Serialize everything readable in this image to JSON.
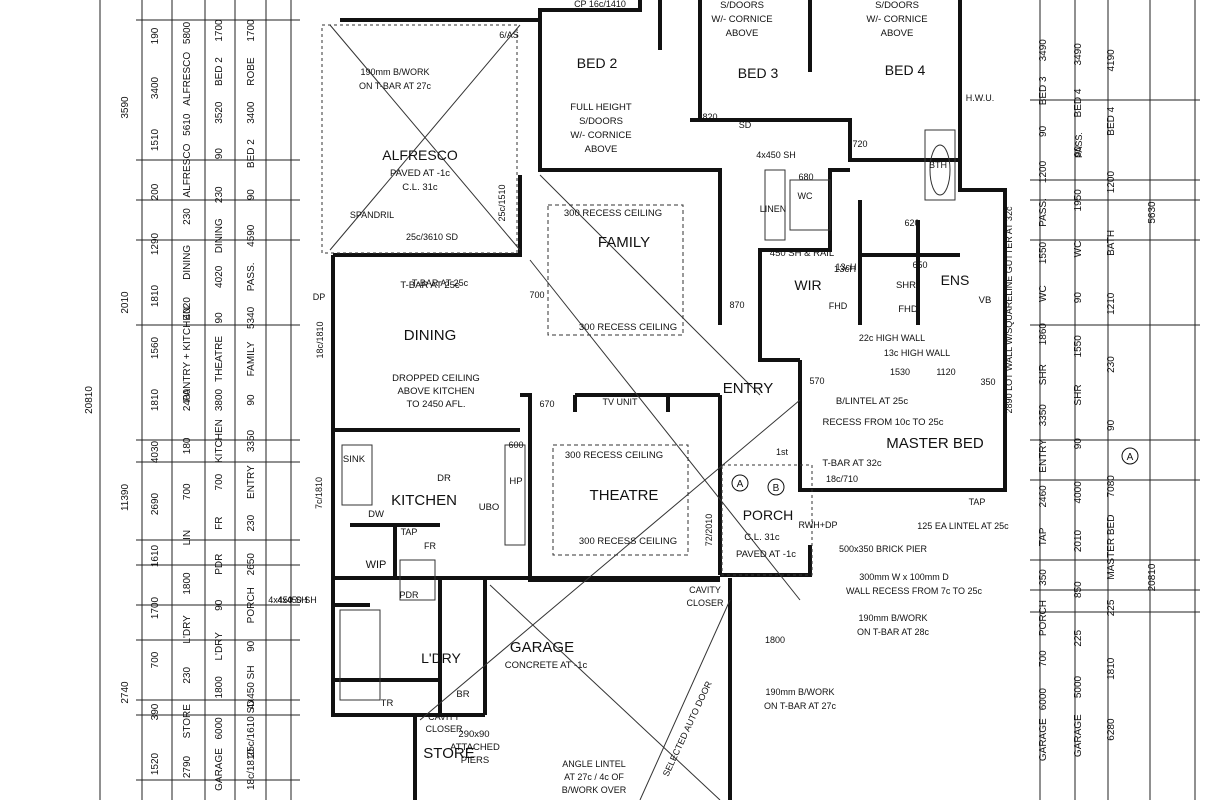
{
  "rooms": [
    {
      "id": "alfresco",
      "name": "ALFRESCO",
      "notes": [
        "PAVED AT -1c",
        "C.L. 31c"
      ]
    },
    {
      "id": "bed2",
      "name": "BED 2",
      "notes": [
        "FULL HEIGHT",
        "S/DOORS",
        "W/- CORNICE",
        "ABOVE"
      ]
    },
    {
      "id": "bed3",
      "name": "BED 3",
      "notes": [
        "S/DOORS",
        "W/- CORNICE",
        "ABOVE"
      ]
    },
    {
      "id": "bed4",
      "name": "BED 4",
      "notes": [
        "S/DOORS",
        "W/- CORNICE",
        "ABOVE"
      ]
    },
    {
      "id": "family",
      "name": "FAMILY",
      "notes": [
        "300 RECESS CEILING",
        "300 RECESS CEILING"
      ]
    },
    {
      "id": "dining",
      "name": "DINING",
      "notes": [
        "T-BAR AT 25c",
        "DROPPED CEILING",
        "ABOVE KITCHEN",
        "TO 2450 AFL."
      ]
    },
    {
      "id": "kitchen",
      "name": "KITCHEN",
      "notes": [
        "SINK",
        "DR",
        "DW",
        "UBO",
        "HP"
      ]
    },
    {
      "id": "theatre",
      "name": "THEATRE",
      "notes": [
        "300 RECESS CEILING",
        "300 RECESS CEILING"
      ]
    },
    {
      "id": "entry",
      "name": "ENTRY",
      "notes": []
    },
    {
      "id": "master",
      "name": "MASTER BED",
      "notes": [
        "B/LINTEL AT 25c",
        "RECESS FROM 10c TO 25c",
        "T-BAR AT 32c"
      ]
    },
    {
      "id": "wir",
      "name": "WIR",
      "notes": [
        "450 SH & RAIL",
        "13cH"
      ]
    },
    {
      "id": "ens",
      "name": "ENS",
      "notes": [
        "SHR",
        "FHD",
        "VB"
      ]
    },
    {
      "id": "garage",
      "name": "GARAGE",
      "notes": [
        "CONCRETE AT -1c"
      ]
    },
    {
      "id": "laundry",
      "name": "L'DRY",
      "notes": [
        "TR",
        "BR"
      ]
    },
    {
      "id": "porch",
      "name": "PORCH",
      "notes": [
        "C.L. 31c",
        "PAVED AT -1c"
      ]
    },
    {
      "id": "store",
      "name": "STORE",
      "notes": [
        "290x90",
        "ATTACHED",
        "PIERS"
      ]
    },
    {
      "id": "wip",
      "name": "WIP",
      "notes": []
    }
  ],
  "annotations": [
    "190mm B/WORK",
    "ON T-BAR AT 27c",
    "SPANDRIL",
    "25c/3610 SD",
    "25c/1510",
    "T-BAR AT 25c",
    "CP 16c/1410",
    "6/AS",
    "SD",
    "4x450 SH",
    "LINEN",
    "WC",
    "BTH",
    "H.W.U.",
    "PASS.",
    "13cH",
    "22c HIGH WALL",
    "13c HIGH WALL",
    "TV UNIT",
    "670",
    "600",
    "700",
    "870",
    "820",
    "720",
    "620",
    "650",
    "680",
    "570",
    "1530",
    "1120",
    "350",
    "18c/710",
    "125 EA LINTEL AT 25c",
    "TAP",
    "RWH+DP",
    "500x350 BRICK PIER",
    "300mm W x 100mm D",
    "WALL RECESS FROM 7c TO 25c",
    "190mm B/WORK",
    "ON T-BAR AT 28c",
    "1800",
    "190mm B/WORK",
    "ON T-BAR AT 27c",
    "CAVITY",
    "CLOSER",
    "SELECTED AUTO DOOR",
    "ANGLE LINTEL",
    "AT 27c / 4c OF",
    "B/WORK OVER",
    "CAVITY",
    "CLOSER",
    "4x450 SH",
    "DP",
    "FHD",
    "72/2010",
    "18c/1810",
    "7c/1810",
    "2890 LOT WALL W/SQUARELINE GUTTER AT 32c",
    "4x450 SH",
    "TAP",
    "FR",
    "PDR",
    "1st"
  ],
  "dimensions_left": [
    {
      "col": "a",
      "values": [
        "20810"
      ]
    },
    {
      "col": "b",
      "values": [
        "3590",
        "2010",
        "11390",
        "2740"
      ]
    },
    {
      "col": "c",
      "values": [
        "190",
        "3400",
        "1510",
        "200",
        "1290",
        "1810",
        "1560",
        "1810",
        "4030",
        "2690",
        "1610",
        "1700",
        "700",
        "390",
        "1520"
      ]
    },
    {
      "col": "d",
      "values": [
        "5800",
        "ALFRESCO",
        "5610",
        "ALFRESCO",
        "230",
        "DINING",
        "4020",
        "PANTRY + KITCHEN",
        "2400",
        "180",
        "700",
        "LIN",
        "1800",
        "L'DRY",
        "230",
        "STORE",
        "2790"
      ]
    },
    {
      "col": "e",
      "values": [
        "1700",
        "BED 2",
        "3520",
        "90",
        "230",
        "DINING",
        "4020",
        "90",
        "THEATRE",
        "3800",
        "KITCHEN",
        "700",
        "FR",
        "PDR",
        "90",
        "L'DRY",
        "1800",
        "6000",
        "GARAGE"
      ]
    },
    {
      "col": "f",
      "values": [
        "1700",
        "ROBE",
        "3400",
        "BED 2",
        "90",
        "4590",
        "PASS.",
        "5340",
        "FAMILY",
        "90",
        "3350",
        "ENTRY",
        "230",
        "2650",
        "PORCH",
        "90",
        "4x450 SH",
        "25c/1610 SD",
        "18c/1810"
      ]
    }
  ],
  "dimensions_right": [
    {
      "col": "a",
      "values": [
        "3490",
        "BED 3",
        "90",
        "1200",
        "PASS.",
        "1550",
        "WC",
        "1860",
        "SHR",
        "3350",
        "ENTRY",
        "2460",
        "TAP",
        "350",
        "PORCH",
        "700",
        "6000",
        "GARAGE"
      ]
    },
    {
      "col": "b",
      "values": [
        "3490",
        "BED 4",
        "90",
        "1950",
        "WC",
        "90",
        "1550",
        "SHR",
        "90",
        "4000",
        "2010",
        "850",
        "225",
        "5000",
        "GARAGE"
      ]
    },
    {
      "col": "c",
      "values": [
        "4190",
        "BED 4",
        "1200",
        "BATH",
        "1210",
        "230",
        "90",
        "7080",
        "MASTER BED",
        "225",
        "1810",
        "6280"
      ]
    },
    {
      "col": "d",
      "values": [
        "5630",
        "20810"
      ]
    }
  ],
  "markers": [
    "A",
    "B",
    "A"
  ]
}
